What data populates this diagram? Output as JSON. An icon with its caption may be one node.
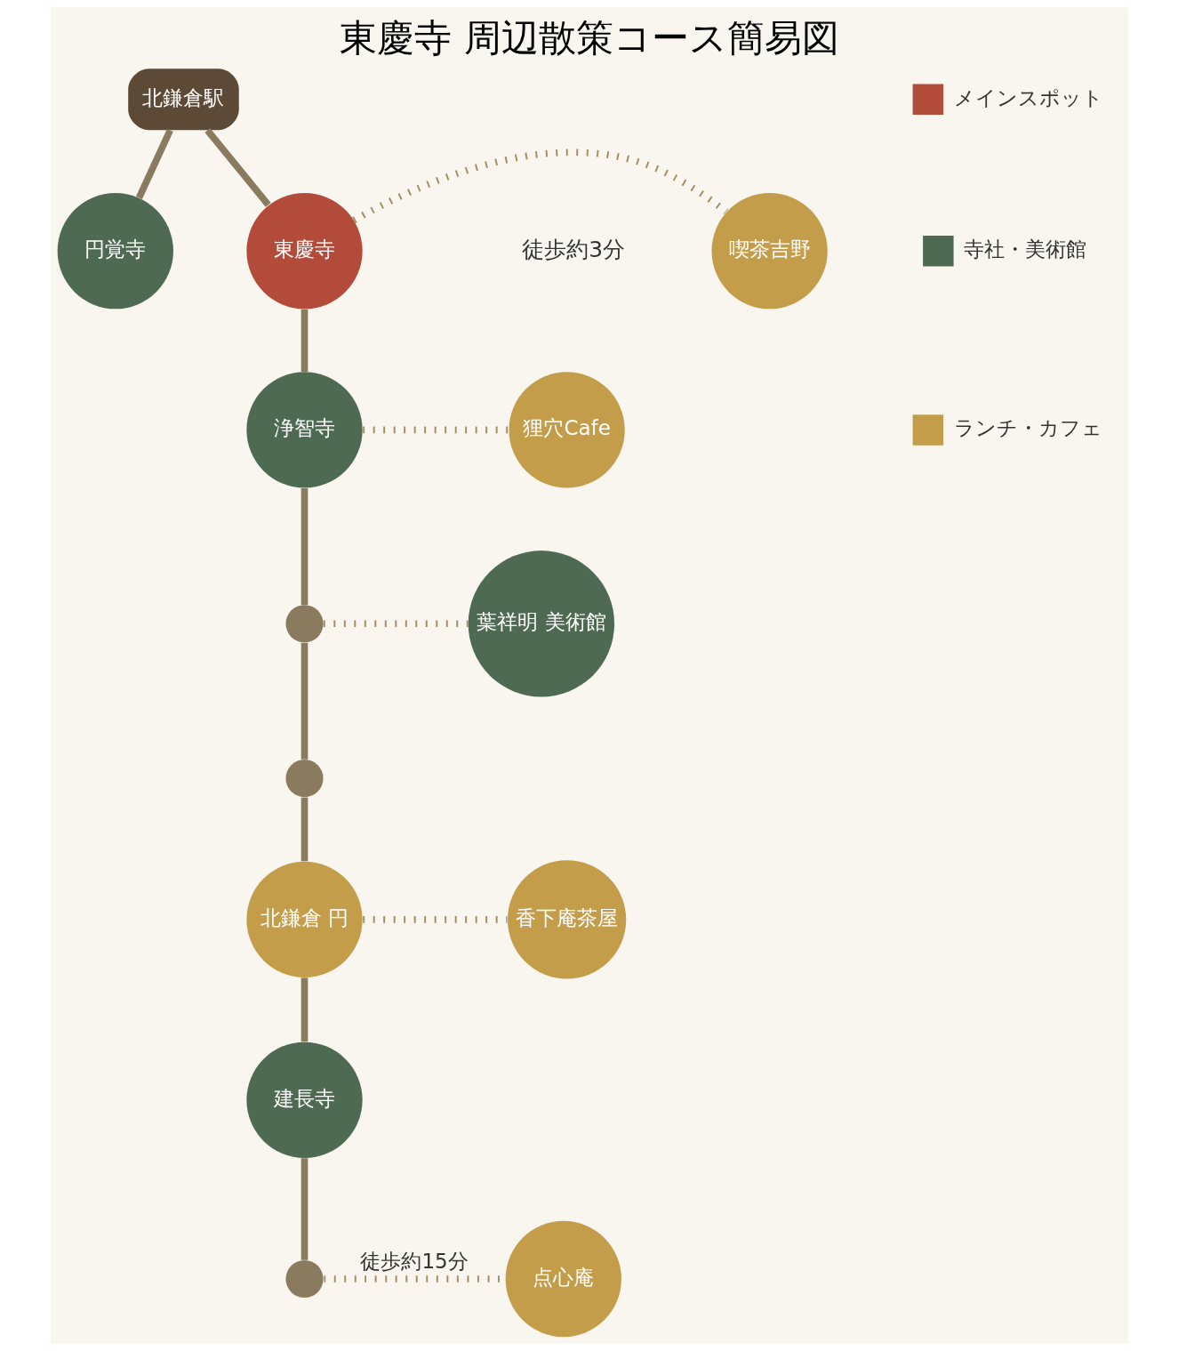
{
  "diagram": {
    "title": "東慶寺 周辺散策コース簡易図",
    "nodes": [
      {
        "text": [
          "北鎌倉駅"
        ]
      },
      {
        "text": [
          "円覚寺"
        ]
      },
      {
        "text": [
          "東慶寺"
        ]
      },
      {
        "text": [
          "喫茶吉野"
        ]
      },
      {
        "text": [
          "浄智寺"
        ]
      },
      {
        "text": [
          "狸穴Cafe"
        ]
      },
      {
        "text": [],
        "shape": "circle"
      },
      {
        "text": [
          "葉祥明 美術館"
        ]
      },
      {
        "text": [],
        "shape": "circle"
      },
      {
        "text": [
          "北鎌倉 円"
        ]
      },
      {
        "text": [
          "香下庵茶屋"
        ]
      },
      {
        "text": [
          "建長寺"
        ]
      },
      {
        "text": [],
        "shape": "circle"
      },
      {
        "text": [
          "点心庵"
        ]
      }
    ],
    "edges": [
      {
        "from": 0,
        "to": 2,
        "arrow": "none"
      },
      {
        "from": 0,
        "to": 1,
        "arrow": "none"
      },
      {
        "from": 2,
        "to": 3,
        "arrow": "none",
        "style": "dashed",
        "color": "#a38b5f"
      },
      {
        "from": 2,
        "to": 4,
        "arrow": "none"
      },
      {
        "from": 4,
        "to": 5,
        "arrow": "none",
        "style": "dashed",
        "color": "#a38b5f"
      },
      {
        "from": 4,
        "to": 6,
        "arrow": "none"
      },
      {
        "from": 6,
        "to": 7,
        "arrow": "none",
        "style": "dashed",
        "color": "#a38b5f"
      },
      {
        "from": 6,
        "to": 8,
        "arrow": "none"
      },
      {
        "from": 8,
        "to": 9,
        "arrow": "none"
      },
      {
        "from": 9,
        "to": 10,
        "arrow": "none",
        "style": "dashed",
        "color": "#a38b5f"
      },
      {
        "from": 9,
        "to": 11,
        "arrow": "none"
      },
      {
        "from": 11,
        "to": 12,
        "arrow": "none"
      },
      {
        "from": 12,
        "to": 13,
        "label": "徒歩約15分",
        "arrow": "none",
        "style": "dashed",
        "color": "#a38b5f"
      }
    ],
    "labels": [
      "徒歩約3分"
    ],
    "legend": [
      {
        "text": "メインスポット",
        "color": "#b24b3a"
      },
      {
        "text": "寺社・美術館",
        "color": "#4f6a52"
      },
      {
        "text": "ランチ・カフェ",
        "color": "#c49d4a"
      }
    ]
  }
}
